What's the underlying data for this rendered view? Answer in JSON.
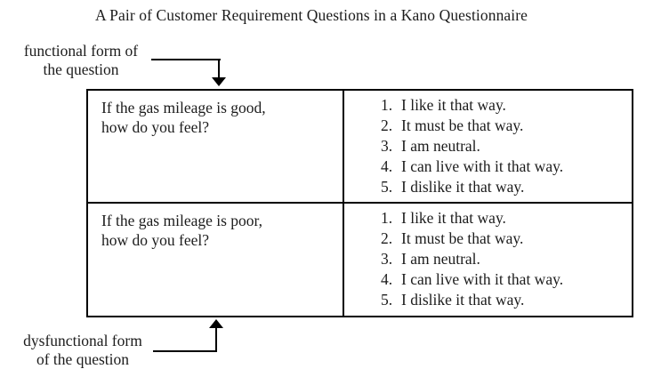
{
  "title": "A Pair of Customer Requirement Questions in a Kano Questionnaire",
  "labels": {
    "functional": {
      "line1": "functional form of",
      "line2": "the question"
    },
    "dysfunctional": {
      "line1": "dysfunctional form",
      "line2": "of the question"
    }
  },
  "table": {
    "rows": [
      {
        "question_line1": "If the gas mileage is good,",
        "question_line2": "how do you feel?",
        "options": [
          {
            "num": "1.",
            "text": "I like it that way."
          },
          {
            "num": "2.",
            "text": "It must be that way."
          },
          {
            "num": "3.",
            "text": "I am neutral."
          },
          {
            "num": "4.",
            "text": "I can live with it that way."
          },
          {
            "num": "5.",
            "text": "I dislike it that way."
          }
        ]
      },
      {
        "question_line1": "If the gas mileage is poor,",
        "question_line2": "how do you feel?",
        "options": [
          {
            "num": "1.",
            "text": "I like it that way."
          },
          {
            "num": "2.",
            "text": "It must be that way."
          },
          {
            "num": "3.",
            "text": "I am neutral."
          },
          {
            "num": "4.",
            "text": "I can live with it that way."
          },
          {
            "num": "5.",
            "text": "I dislike it that way."
          }
        ]
      }
    ]
  },
  "colors": {
    "text": "#1c1c1c",
    "border": "#000000",
    "background": "#ffffff"
  }
}
